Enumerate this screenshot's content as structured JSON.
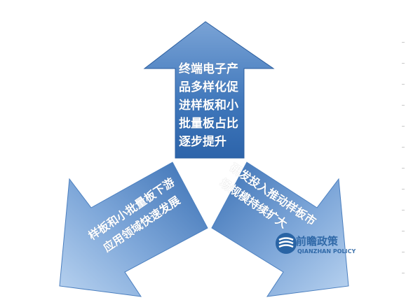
{
  "arrows": {
    "up": {
      "lines": [
        "终端电子产",
        "品多样化促",
        "进样板和小",
        "批量板占比",
        "逐步提升"
      ]
    },
    "left": {
      "lines": [
        "样板和小批量板下游",
        "应用领域快速发展"
      ]
    },
    "right": {
      "lines": [
        "研发投入推动样板市",
        "场规模持续扩大"
      ]
    }
  },
  "watermark": {
    "cn": "前瞻政策",
    "en": "QIANZHAN POLICY"
  },
  "colors": {
    "arrow_dark": "#2e67ae",
    "arrow_light": "#a9c7ea",
    "accent": "#1f5c9e"
  }
}
